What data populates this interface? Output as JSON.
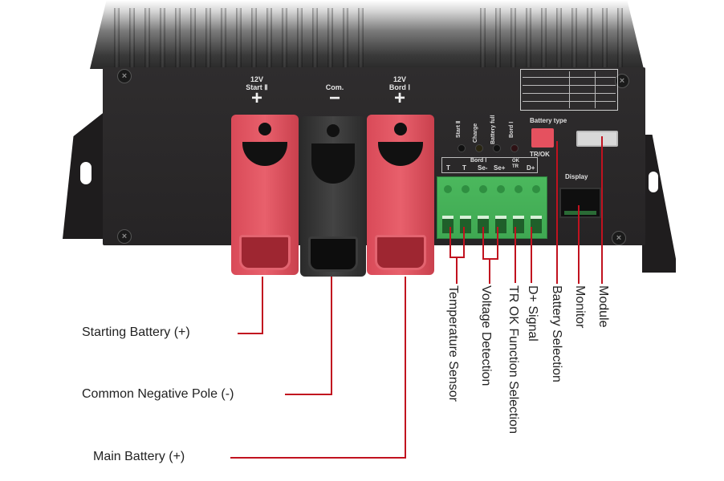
{
  "device": {
    "terminals": [
      {
        "voltage": "12V",
        "name": "Start Ⅱ",
        "polarity": "+",
        "color": "#e05a66"
      },
      {
        "voltage": "",
        "name": "Com.",
        "polarity": "−",
        "color": "#333333"
      },
      {
        "voltage": "12V",
        "name": "Bord Ⅰ",
        "polarity": "+",
        "color": "#e05a66"
      }
    ],
    "leds": [
      "Start Ⅱ",
      "Charge",
      "Battery full",
      "Bord Ⅰ"
    ],
    "battery_type_label": "Battery type",
    "tr_ok_label": "TR/OK",
    "display_label": "Display",
    "connector_header": "Bord Ⅰ",
    "connector_pins": [
      "T",
      "T",
      "Se-",
      "Se+",
      "TR",
      "D+"
    ],
    "connector_ok_label": "OK"
  },
  "callouts_left": [
    {
      "text": "Starting Battery (+)"
    },
    {
      "text": "Common Negative Pole (-)"
    },
    {
      "text": "Main Battery (+)"
    }
  ],
  "callouts_bottom": [
    {
      "text": "Temperature Sensor"
    },
    {
      "text": "Voltage Detection"
    },
    {
      "text": "TR OK Function Selection"
    },
    {
      "text": "D+ Signal"
    },
    {
      "text": "Battery Selection"
    },
    {
      "text": "Monitor"
    },
    {
      "text": "Module"
    }
  ],
  "colors": {
    "callout_line": "#c1121f",
    "terminal_red": "#e05a66",
    "connector_green": "#45b058"
  }
}
